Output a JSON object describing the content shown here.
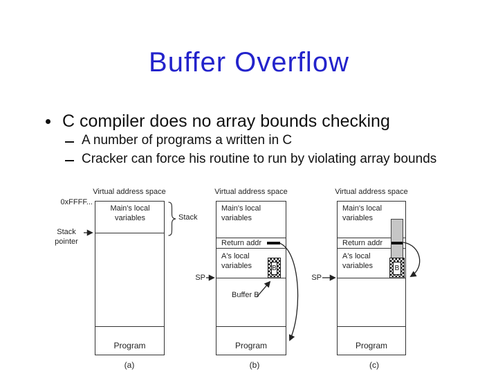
{
  "slide": {
    "title": "Buffer Overflow",
    "bullet_main": "C compiler does no array bounds checking",
    "bullet_sub_1": "A number of programs a written in C",
    "bullet_sub_2": "Cracker can force his routine to run by violating array bounds"
  },
  "figure": {
    "header": "Virtual address space",
    "address_top": "0xFFFF...",
    "stack_pointer_label": "Stack pointer",
    "stack_brace_label": "Stack",
    "sp_label": "SP",
    "panels": {
      "a": {
        "caption": "(a)",
        "main_vars": "Main's local variables",
        "program": "Program"
      },
      "b": {
        "caption": "(b)",
        "main_vars": "Main's local variables",
        "return_addr": "Return addr",
        "a_vars": "A's local variables",
        "buffer_label": "Buffer B",
        "buffer_letter": "B",
        "program": "Program"
      },
      "c": {
        "caption": "(c)",
        "main_vars": "Main's local variables",
        "return_addr": "Return addr",
        "a_vars": "A's local variables",
        "buffer_letter": "B",
        "program": "Program"
      }
    },
    "colors": {
      "title_blue": "#2323cb",
      "overwrite_gray": "#c6c6c6",
      "text_black": "#111111"
    }
  }
}
